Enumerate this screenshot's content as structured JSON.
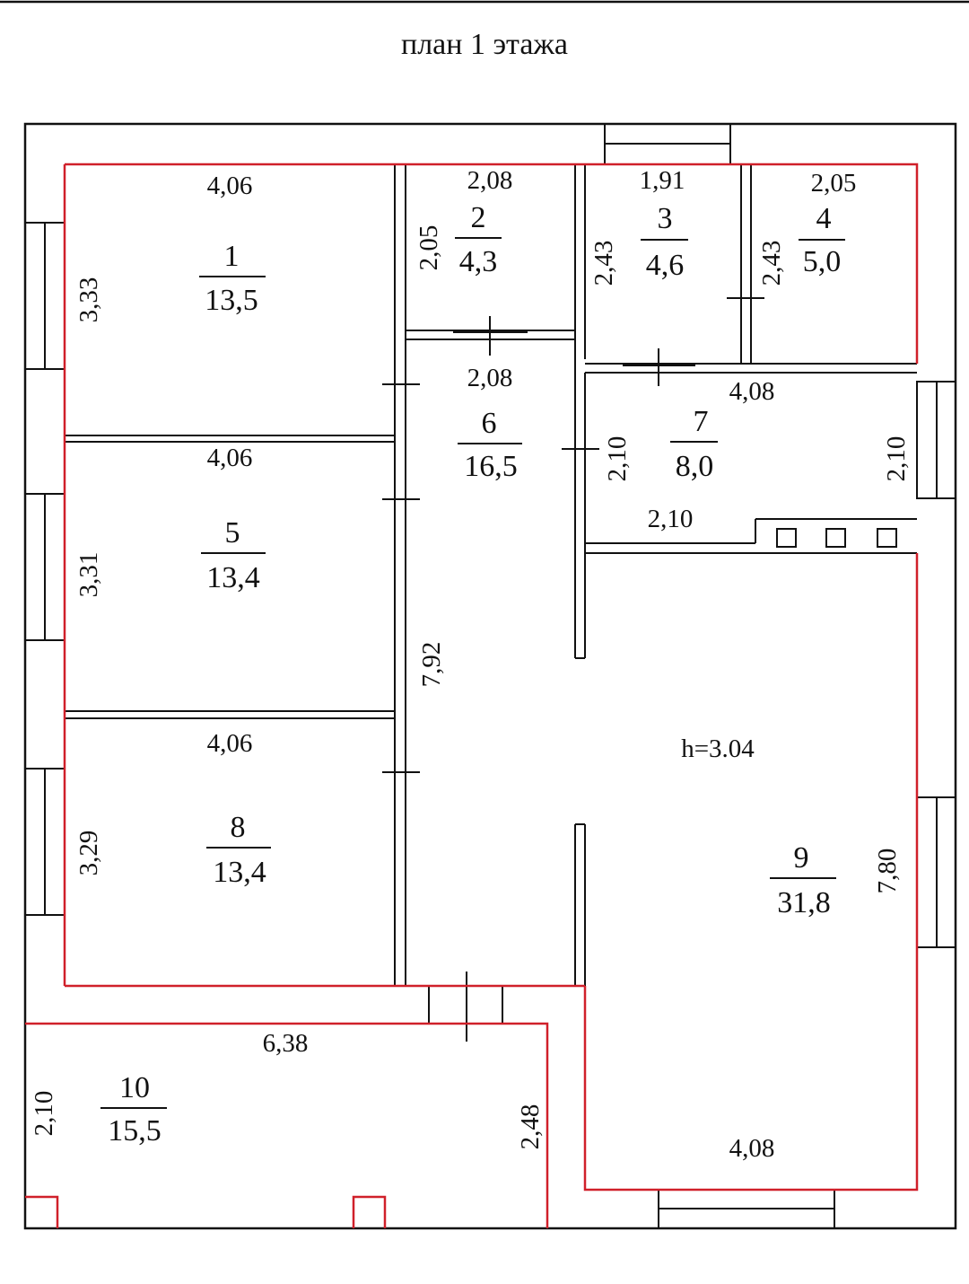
{
  "title": "план 1 этажа",
  "height_label": "h=3.04",
  "colors": {
    "room_outline": "#d0202a",
    "walls": "#111111",
    "background": "#ffffff"
  },
  "rooms": [
    {
      "number": "1",
      "area": "13,5"
    },
    {
      "number": "2",
      "area": "4,3"
    },
    {
      "number": "3",
      "area": "4,6"
    },
    {
      "number": "4",
      "area": "5,0"
    },
    {
      "number": "5",
      "area": "13,4"
    },
    {
      "number": "6",
      "area": "16,5"
    },
    {
      "number": "7",
      "area": "8,0"
    },
    {
      "number": "8",
      "area": "13,4"
    },
    {
      "number": "9",
      "area": "31,8"
    },
    {
      "number": "10",
      "area": "15,5"
    }
  ],
  "dimensions": {
    "r1_width": "4,06",
    "r1_height": "3,33",
    "r2_width": "2,08",
    "r2_height": "2,05",
    "r3_width": "1,91",
    "r3_height": "2,43",
    "r4_width": "2,05",
    "r4_height": "2,43",
    "r5_width": "4,06",
    "r5_height": "3,31",
    "r6_width": "2,08",
    "r6_height": "7,92",
    "r7_width_top": "4,08",
    "r7_width_bottom": "2,10",
    "r7_height_left": "2,10",
    "r7_height_right": "2,10",
    "r8_width": "4,06",
    "r8_height": "3,29",
    "r9_width": "4,08",
    "r9_height": "7,80",
    "r10_width": "6,38",
    "r10_height_left": "2,10",
    "r10_height_right": "2,48"
  }
}
